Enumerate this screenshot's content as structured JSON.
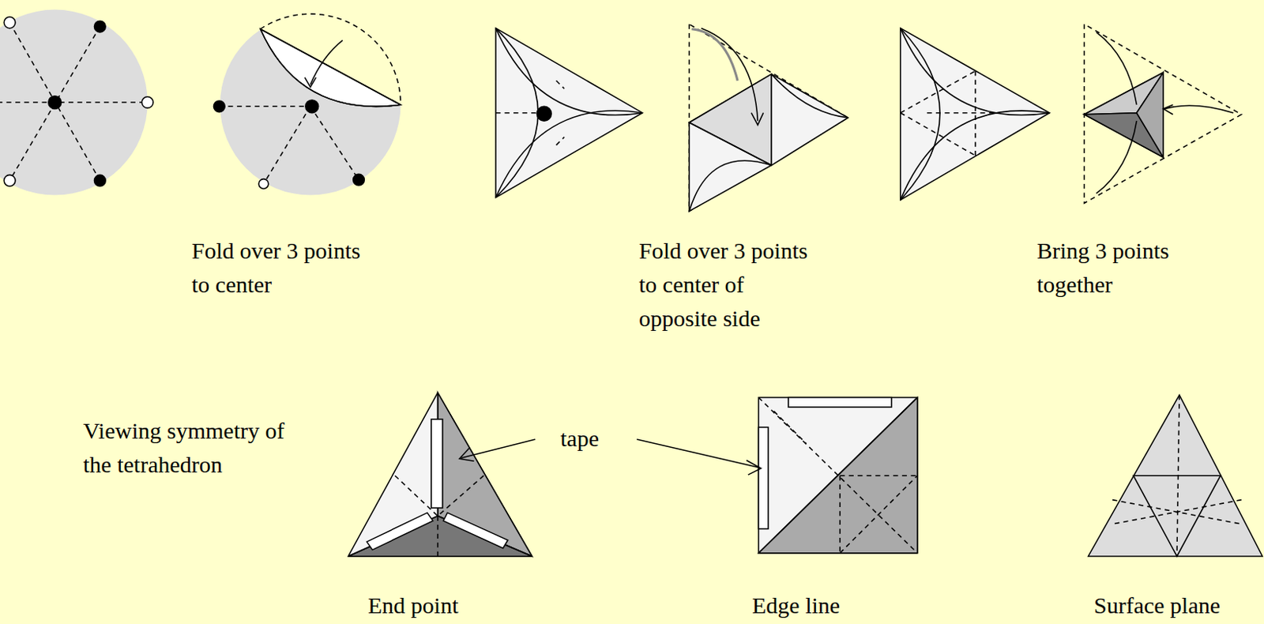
{
  "diagram": {
    "labels": [
      "Fold over 3 points to center",
      "Fold over 3 points to center of opposite side",
      "Bring 3 points together",
      "Viewing symmetry of the tetrahedron",
      "tape",
      "End point",
      "Edge line",
      "Surface plane"
    ]
  }
}
